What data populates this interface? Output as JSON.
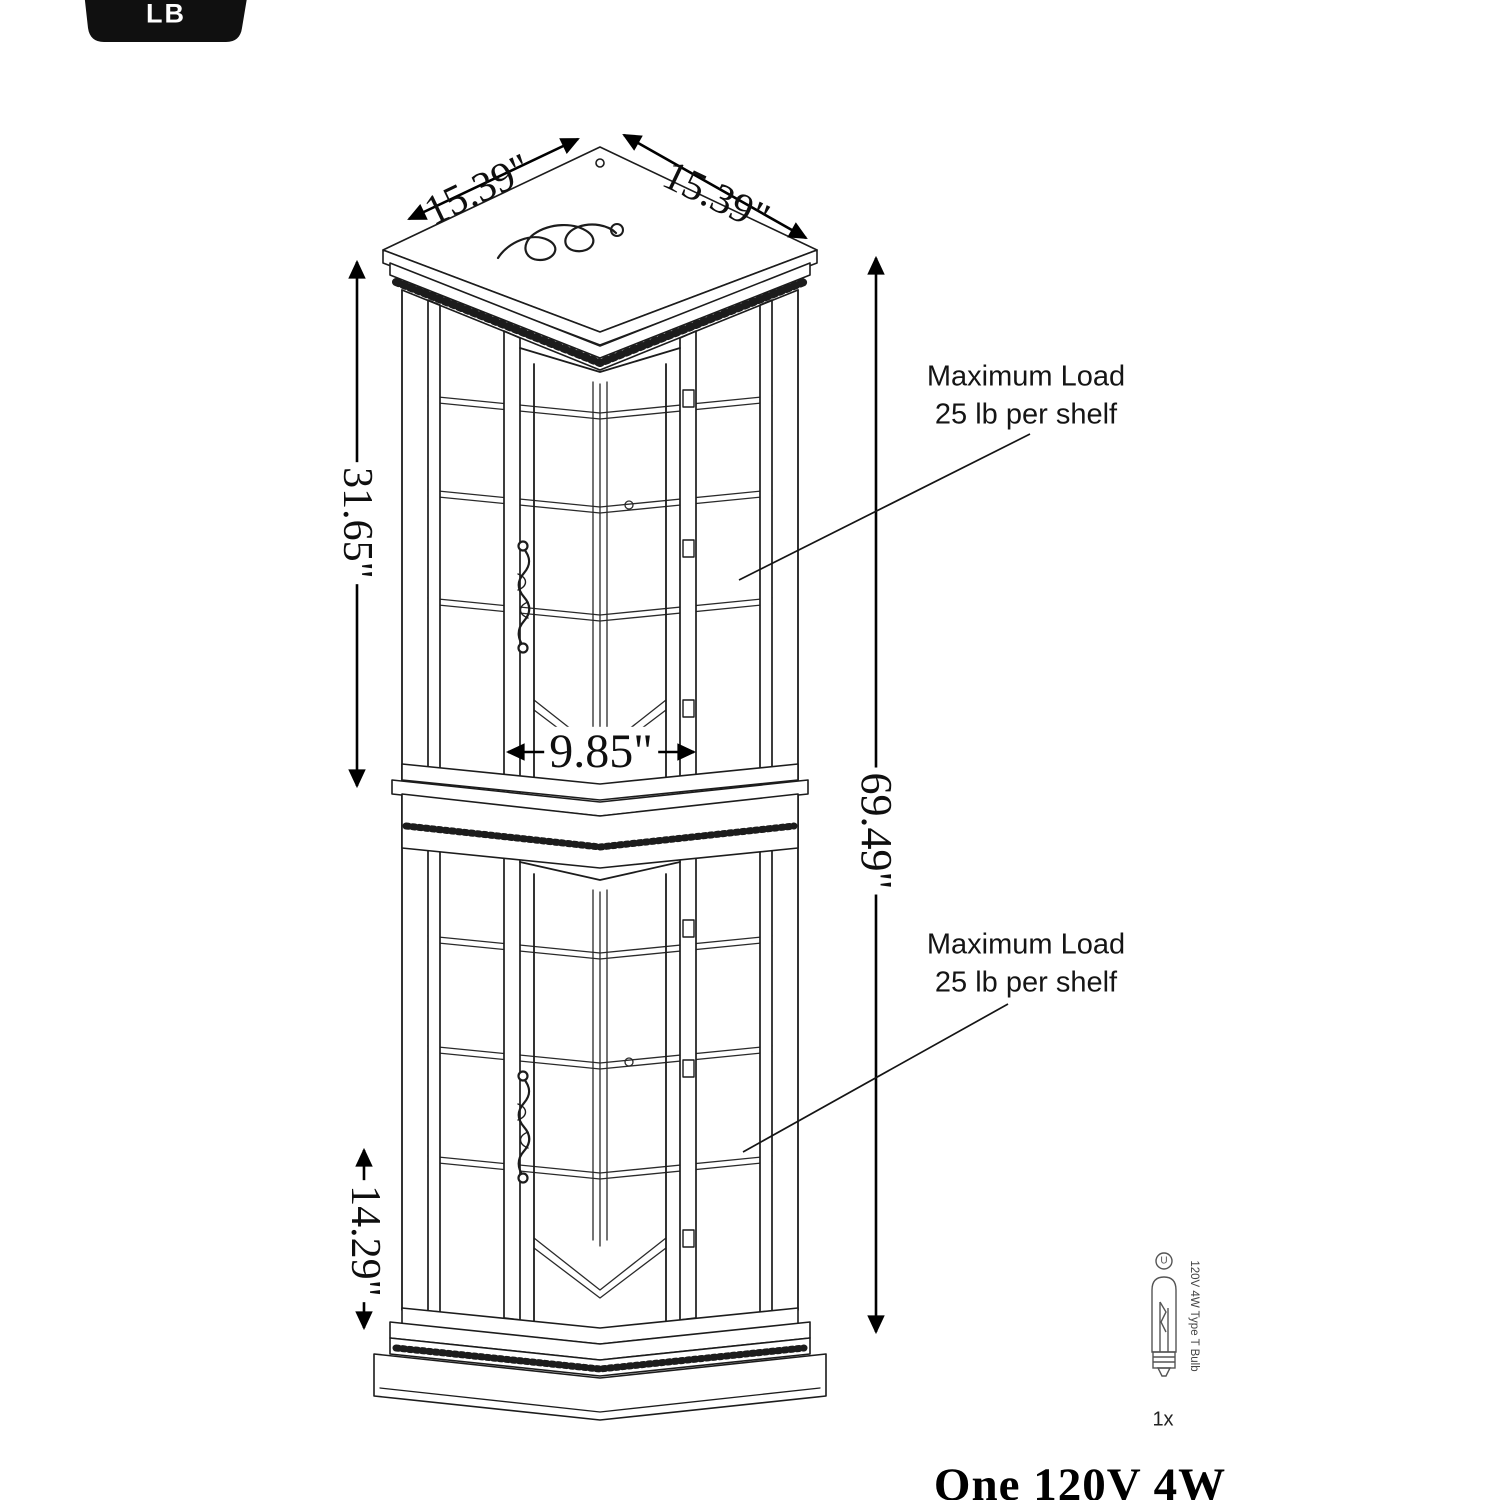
{
  "badge": {
    "label": "LB"
  },
  "dimensions": {
    "top_left_depth": "15.39\"",
    "top_right_depth": "15.39\"",
    "upper_section_height": "31.65\"",
    "inner_width": "9.85\"",
    "total_height": "69.49\"",
    "base_depth": "14.29\""
  },
  "annotations": {
    "upper": {
      "line1": "Maximum Load",
      "line2": "25 lb per shelf"
    },
    "lower": {
      "line1": "Maximum Load",
      "line2": "25 lb per shelf"
    }
  },
  "bulb": {
    "circle_letter": "U",
    "label": "120V 4W Type T Bulb",
    "quantity": "1x"
  },
  "footer": {
    "text": "One 120V 4W"
  },
  "colors": {
    "line": "#1c1c1c",
    "text": "#0f0f0f",
    "badge_bg": "#101010",
    "badge_text": "#ffffff",
    "background": "#ffffff"
  }
}
